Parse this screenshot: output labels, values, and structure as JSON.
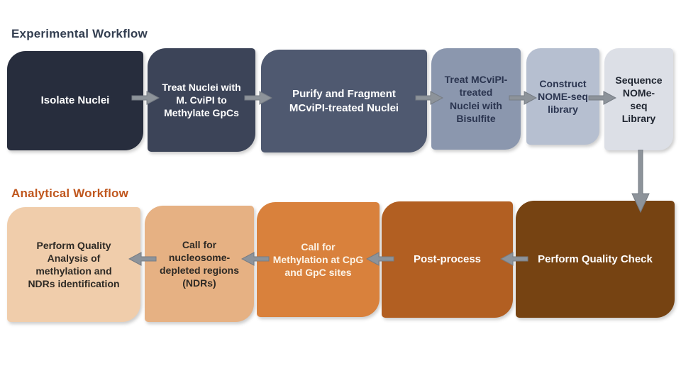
{
  "page": {
    "background": "#ffffff"
  },
  "experimental": {
    "title": "Experimental Workflow",
    "title_color": "#333e50",
    "flow_direction": "left-to-right",
    "steps": [
      {
        "label": "Isolate Nuclei",
        "bg": "#272d3d",
        "fg": "#ffffff"
      },
      {
        "label": "Treat Nuclei with\nM. CviPI to\nMethylate GpCs",
        "bg": "#3c4458",
        "fg": "#ffffff"
      },
      {
        "label": "Purify and Fragment\nMCviPI-treated Nuclei",
        "bg": "#4f5970",
        "fg": "#ffffff"
      },
      {
        "label": "Treat MCviPI-\ntreated\nNuclei with\nBisulfite",
        "bg": "#8b97ae",
        "fg": "#2b3550"
      },
      {
        "label": "Construct\nNOME-seq\nlibrary",
        "bg": "#b6bfd0",
        "fg": "#2b3550"
      },
      {
        "label": "Sequence\nNOMe-\nseq\nLibrary",
        "bg": "#dcdfe6",
        "fg": "#1f2530"
      }
    ]
  },
  "analytical": {
    "title": "Analytical Workflow",
    "title_color": "#c0571e",
    "flow_direction": "right-to-left",
    "steps": [
      {
        "label": "Perform Quality\nAnalysis of\nmethylation and\nNDRs identification",
        "bg": "#f0cdab",
        "fg": "#2e2a25"
      },
      {
        "label": "Call for\nnucleosome-\ndepleted regions\n(NDRs)",
        "bg": "#e6b183",
        "fg": "#2e2a25"
      },
      {
        "label": "Call for\nMethylation at CpG\nand GpC sites",
        "bg": "#d9813c",
        "fg": "#fcf3e6"
      },
      {
        "label": "Post-process",
        "bg": "#b25f22",
        "fg": "#ffffff"
      },
      {
        "label": "Perform Quality Check",
        "bg": "#764312",
        "fg": "#ffffff"
      }
    ]
  },
  "icons": {
    "arrow_right": "→",
    "arrow_left": "←",
    "arrow_down": "↓",
    "arrow_color": "#8d939a",
    "arrow_edge_color": "#767c84"
  }
}
